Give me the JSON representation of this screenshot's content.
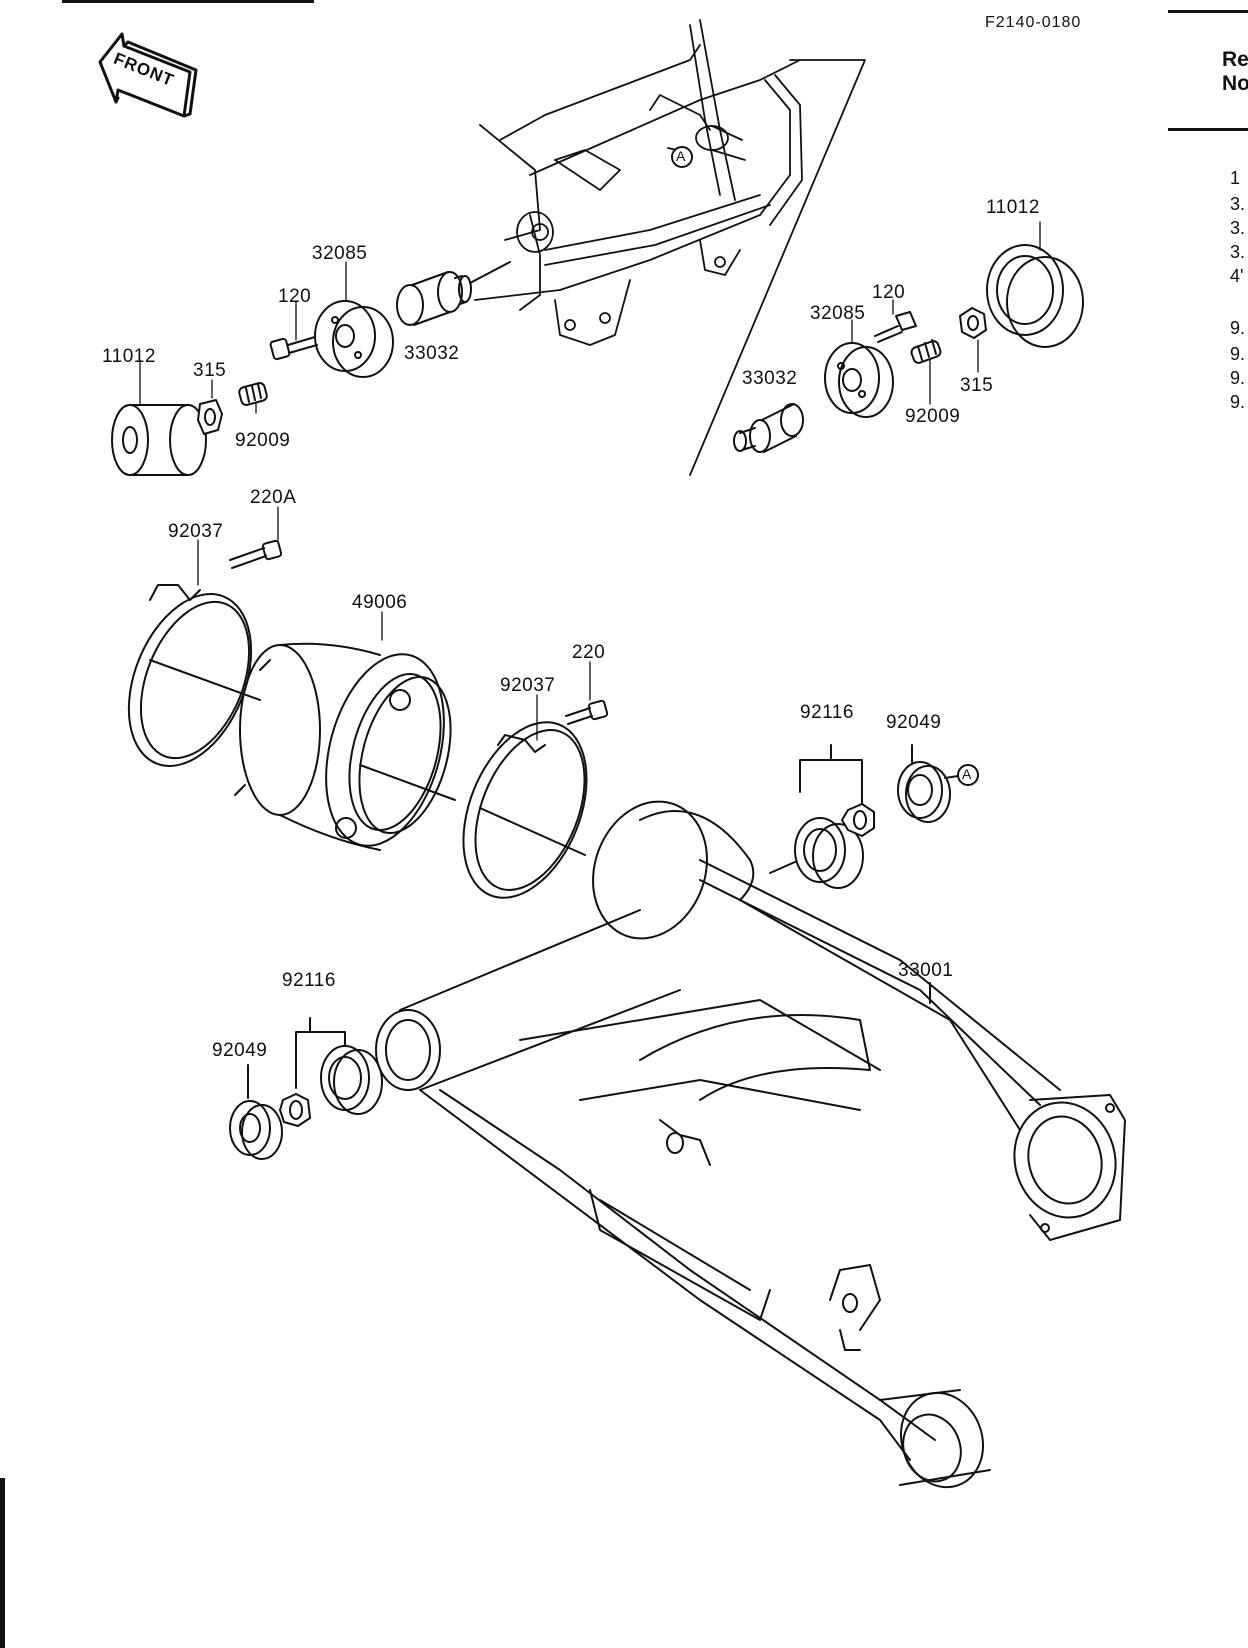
{
  "drawing_number": "F2140-0180",
  "front_marker": "FRONT",
  "reference_mark": "A",
  "part_labels": [
    {
      "id": "11012-right",
      "text": "11012"
    },
    {
      "id": "32085-left",
      "text": "32085"
    },
    {
      "id": "120-left",
      "text": "120"
    },
    {
      "id": "33032-left",
      "text": "33032"
    },
    {
      "id": "11012-left",
      "text": "11012"
    },
    {
      "id": "315-left",
      "text": "315"
    },
    {
      "id": "92009-left",
      "text": "92009"
    },
    {
      "id": "120-right",
      "text": "120"
    },
    {
      "id": "32085-right",
      "text": "32085"
    },
    {
      "id": "33032-right",
      "text": "33032"
    },
    {
      "id": "92009-right",
      "text": "92009"
    },
    {
      "id": "315-right",
      "text": "315"
    },
    {
      "id": "220A",
      "text": "220A"
    },
    {
      "id": "92037-left",
      "text": "92037"
    },
    {
      "id": "49006",
      "text": "49006"
    },
    {
      "id": "220",
      "text": "220"
    },
    {
      "id": "92037-right",
      "text": "92037"
    },
    {
      "id": "92116-right",
      "text": "92116"
    },
    {
      "id": "92049-right",
      "text": "92049"
    },
    {
      "id": "33001",
      "text": "33001"
    },
    {
      "id": "92116-left",
      "text": "92116"
    },
    {
      "id": "92049-left",
      "text": "92049"
    }
  ],
  "side_table": {
    "header": [
      "Re",
      "No"
    ],
    "rows": [
      "1",
      "3.",
      "3.",
      "3.",
      "4'",
      "9.",
      "9.",
      "9.",
      "9."
    ]
  }
}
